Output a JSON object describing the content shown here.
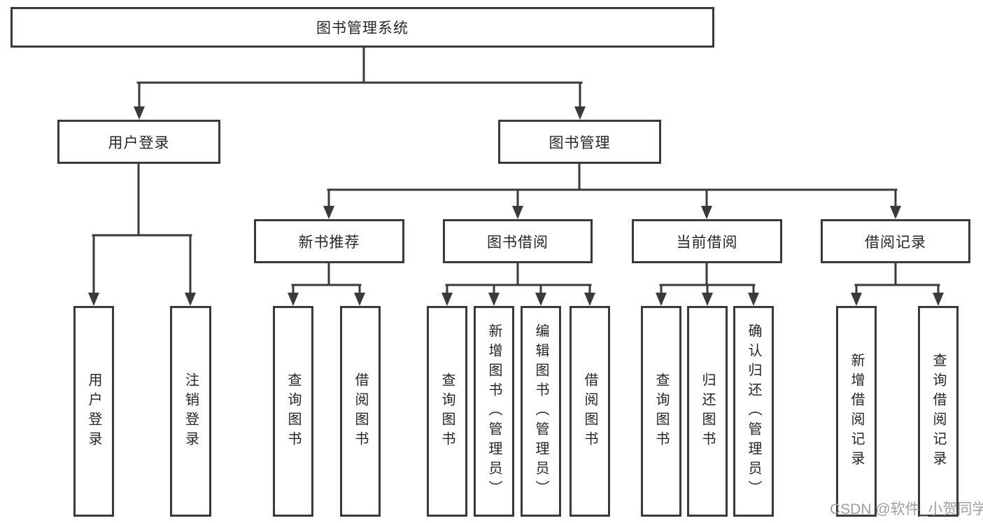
{
  "colors": {
    "line": "#3a3a3a",
    "box_border": "#3a3a3a",
    "text": "#262626",
    "background": "#ffffff",
    "watermark": "#9e9e9e"
  },
  "watermark": "CSDN @软件_小贺同学",
  "tree": {
    "root": {
      "label": "图书管理系统"
    },
    "level2": [
      {
        "label": "用户登录"
      },
      {
        "label": "图书管理"
      }
    ],
    "level3": [
      {
        "label": "新书推荐"
      },
      {
        "label": "图书借阅"
      },
      {
        "label": "当前借阅"
      },
      {
        "label": "借阅记录"
      }
    ],
    "leaves": {
      "user_login": [
        {
          "label": "用户登录"
        },
        {
          "label": "注销登录"
        }
      ],
      "new_book_recommend": [
        {
          "label": "查询图书"
        },
        {
          "label": "借阅图书"
        }
      ],
      "book_borrow": [
        {
          "label": "查询图书"
        },
        {
          "label": "新增图书（管理员）"
        },
        {
          "label": "编辑图书（管理员）"
        },
        {
          "label": "借阅图书"
        }
      ],
      "current_borrow": [
        {
          "label": "查询图书"
        },
        {
          "label": "归还图书"
        },
        {
          "label": "确认归还（管理员）"
        }
      ],
      "borrow_records": [
        {
          "label": "新增借阅记录"
        },
        {
          "label": "查询借阅记录"
        }
      ]
    }
  }
}
